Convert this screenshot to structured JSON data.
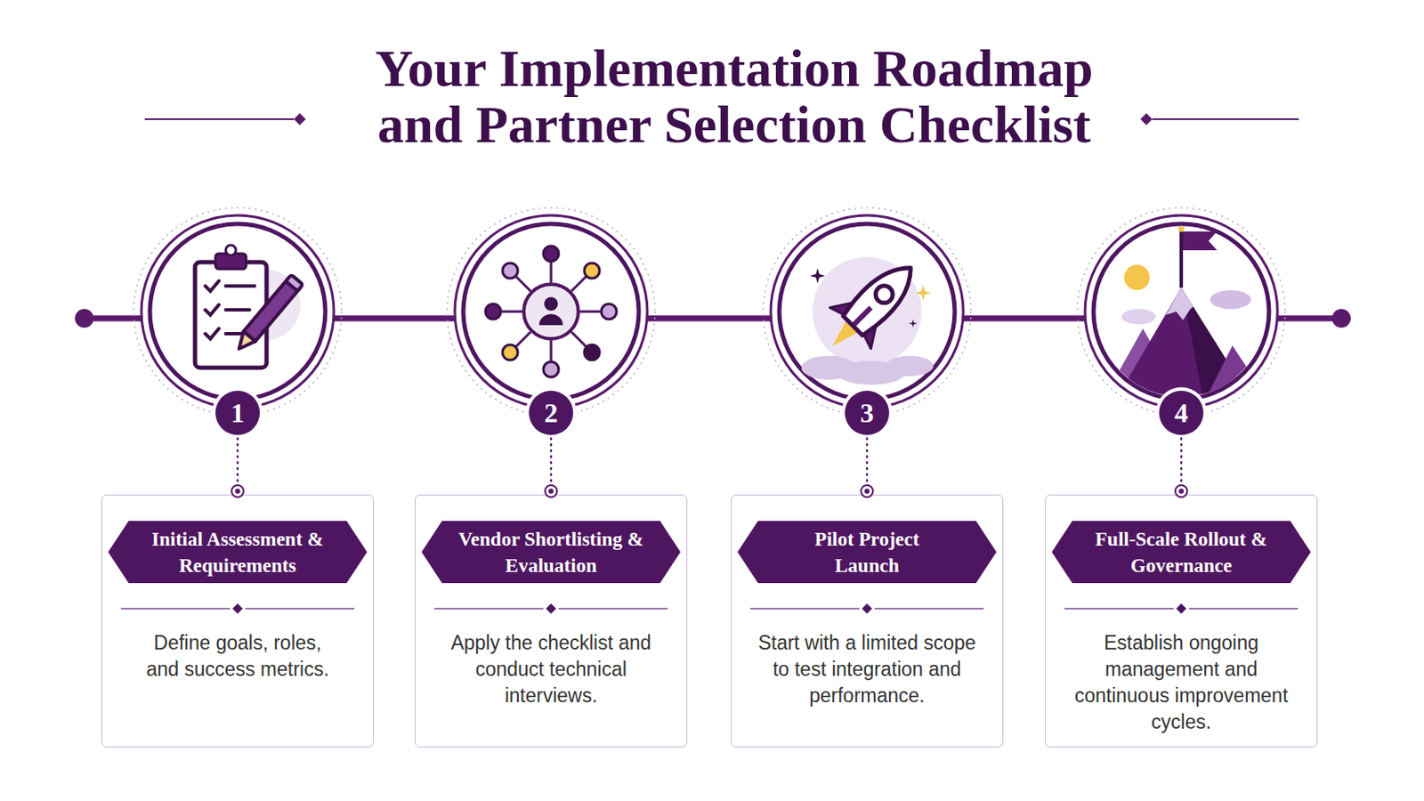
{
  "diagram": {
    "title": "Your Implementation Roadmap and Partner Selection Checklist",
    "nodes": [
      {
        "text": [
          "1"
        ]
      },
      {
        "text": [
          "Initial Assessment & Requirements",
          "Define goals, roles, and success metrics."
        ]
      },
      {
        "text": [
          "2"
        ]
      },
      {
        "text": [
          "Vendor Shortlisting & Evaluation",
          "Apply the checklist and conduct technical interviews."
        ]
      },
      {
        "text": [
          "3"
        ]
      },
      {
        "text": [
          "Pilot Project Launch",
          "Start with a limited scope to test integration and performance."
        ]
      },
      {
        "text": [
          "4"
        ]
      },
      {
        "text": [
          "Full-Scale Rollout & Governance",
          "Establish ongoing management and continuous improvement cycles."
        ]
      }
    ],
    "edges": [
      {
        "from": 0,
        "to": 1,
        "arrow": "none"
      },
      {
        "from": 2,
        "to": 3,
        "arrow": "none"
      },
      {
        "from": 4,
        "to": 5,
        "arrow": "none"
      },
      {
        "from": 6,
        "to": 7,
        "arrow": "none"
      }
    ]
  }
}
